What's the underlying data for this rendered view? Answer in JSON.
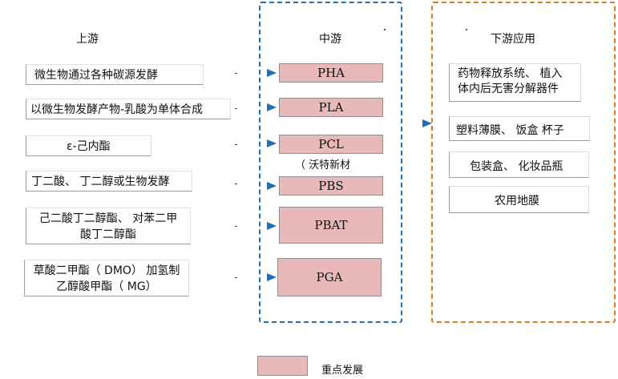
{
  "headers": {
    "upstream": "上游",
    "midstream": "中游",
    "downstream": "下游应用"
  },
  "upstream": [
    "微生物通过各种碳源发酵",
    "以微生物发酵产物-乳酸为单体合成",
    "ε-己内酯",
    "丁二酸、  丁二醇或生物发酵",
    [
      "己二酸丁二醇酯、  对苯二甲",
      "酸丁二醇酯"
    ],
    [
      "草酸二甲酯（   DMO）  加氢制",
      "乙醇酸甲酯（   MG）"
    ]
  ],
  "midstream": [
    "PHA",
    "PLA",
    "PCL",
    "PBS",
    "PBAT",
    "PGA"
  ],
  "pcl_note": "（  沃特新材",
  "downstream": [
    [
      "药物释放系统、    植入",
      "体内后无害分解器件"
    ],
    "塑料薄膜、   饭盒   杯子",
    "包装盒、   化妆品瓶",
    "农用地膜"
  ],
  "legend": {
    "label": "重点发展",
    "swatch_color": "#e9b8b8"
  },
  "colors": {
    "blue_dash": "#1f6fb6",
    "orange_dash": "#e07a1e",
    "pink": "#e9b8b8"
  }
}
